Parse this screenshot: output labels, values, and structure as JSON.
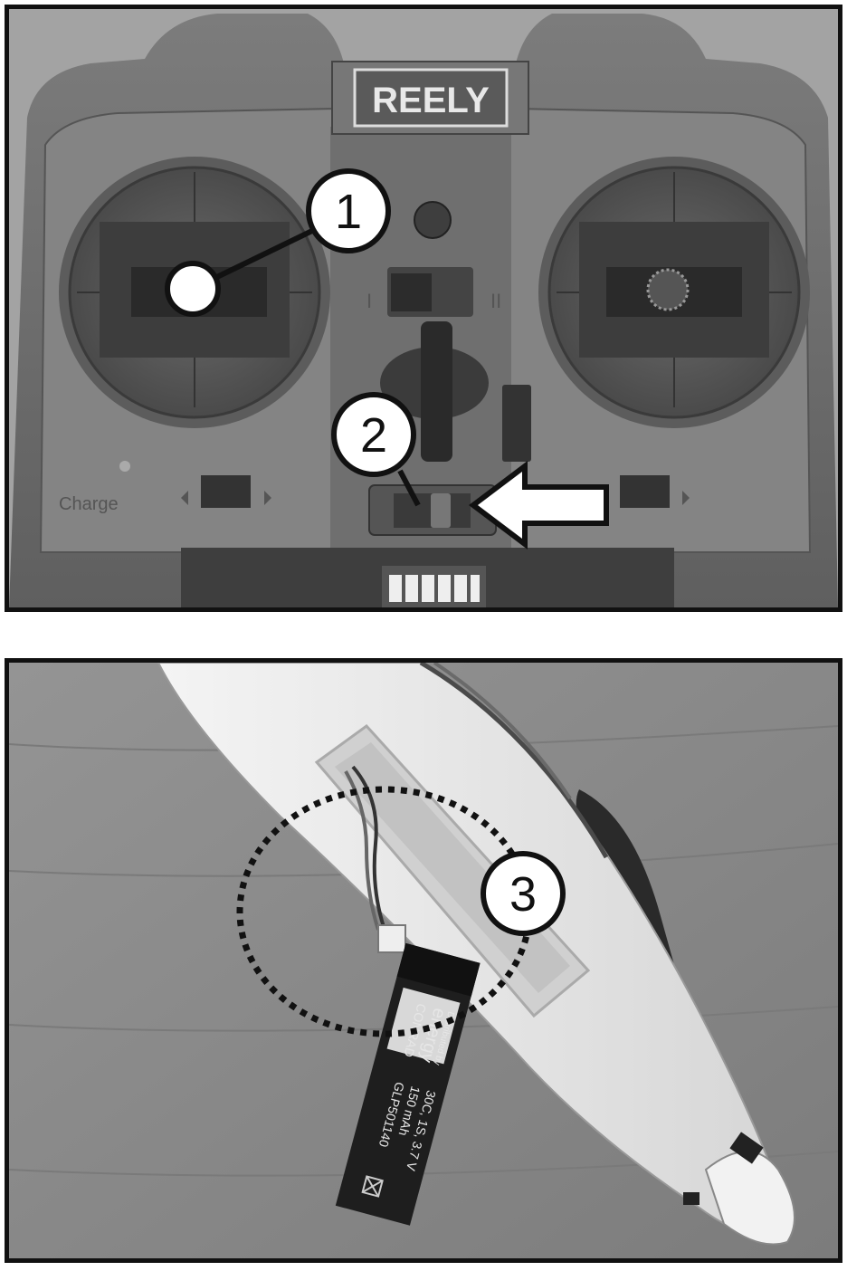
{
  "top_photo": {
    "brand_logo_text": "REELY",
    "charge_label": "Charge",
    "switch_left_label": "I",
    "switch_right_label": "II",
    "callout_1": "1",
    "callout_2": "2"
  },
  "bottom_photo": {
    "callout_3": "3",
    "battery_label": {
      "brand_line1": "CONRAD",
      "brand_line2": "energy",
      "distributed": "Distributed by",
      "model": "GLP501140",
      "capacity": "150 mAh",
      "rating": "30C, 1S, 3.7 V"
    }
  },
  "colors": {
    "frame": "#111111",
    "arrow_fill": "#ffffff",
    "callout_fill": "#ffffff"
  }
}
